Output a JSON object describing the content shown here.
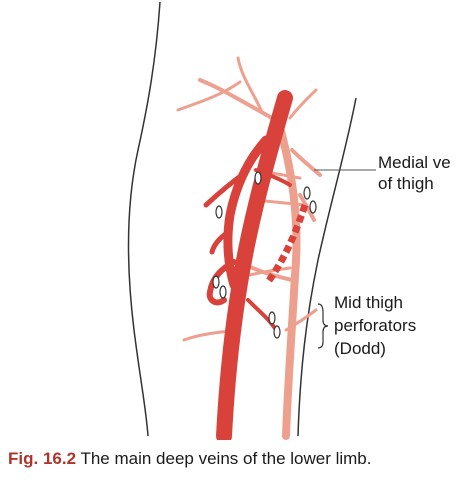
{
  "labels": {
    "medial_vein_line1": "Medial ve",
    "medial_vein_line2": "of thigh",
    "perforators_line1": "Mid thigh",
    "perforators_line2": "perforators",
    "perforators_line3": "(Dodd)"
  },
  "caption": {
    "figure_number": "Fig. 16.2",
    "text": "The main deep veins of the lower limb."
  },
  "colors": {
    "deep_vein": "#d9423a",
    "superficial_vein": "#eea08e",
    "outline": "#333333",
    "leader": "#555555"
  }
}
